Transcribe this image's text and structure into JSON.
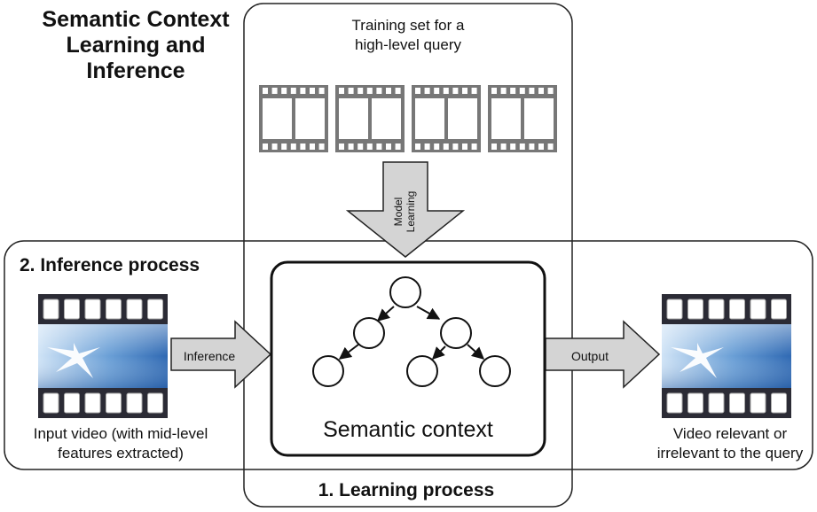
{
  "title": "Semantic Context\nLearning and\nInference",
  "learning_box": {
    "training_caption": "Training set for a\nhigh-level query",
    "label": "1. Learning process"
  },
  "inference_box": {
    "label": "2. Inference process"
  },
  "arrows": {
    "model_learning": "Model\nLearning",
    "inference": "Inference",
    "output": "Output"
  },
  "semantic_context": "Semantic context",
  "input_caption": "Input video (with mid-level\nfeatures extracted)",
  "output_caption": "Video relevant or\nirrelevant to the query",
  "colors": {
    "film_gray": "#777777",
    "frame_dark": "#2b2b35",
    "video_blue": "#3f7ec8",
    "video_light": "#cfe3f6",
    "arrow_fill": "#d4d4d4"
  }
}
